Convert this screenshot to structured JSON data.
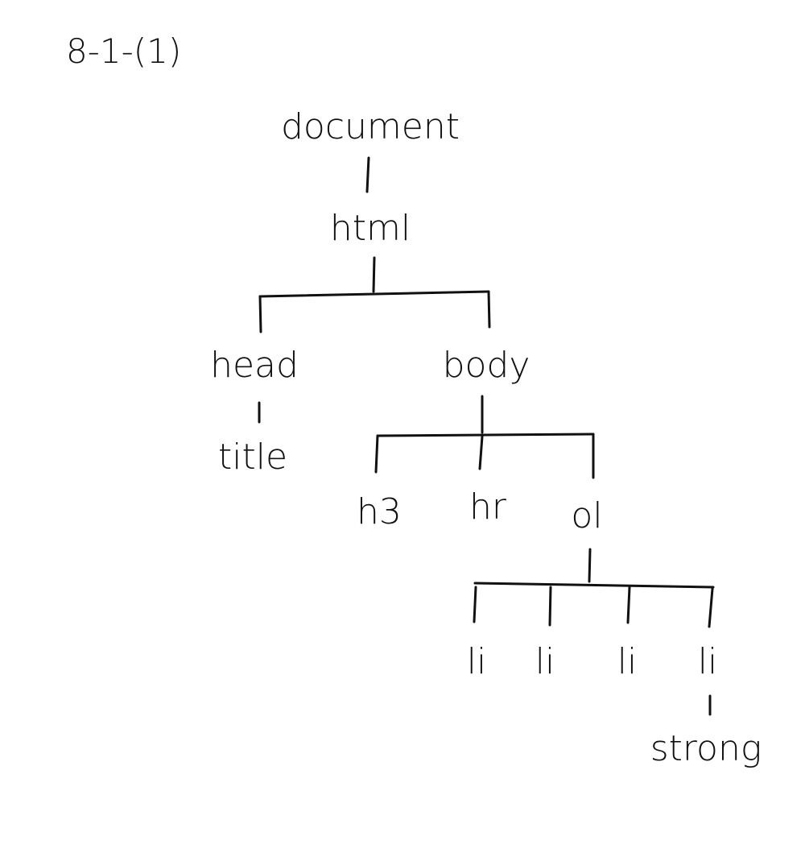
{
  "caption": "8-1-(1)",
  "nodes": {
    "document": "document",
    "html": "html",
    "head": "head",
    "body": "body",
    "title": "title",
    "h3": "h3",
    "hr": "hr",
    "ol": "ol",
    "li_1": "li",
    "li_2": "li",
    "li_3": "li",
    "li_4": "li",
    "strong": "strong"
  },
  "tree": {
    "document": [
      "html"
    ],
    "html": [
      "head",
      "body"
    ],
    "head": [
      "title"
    ],
    "body": [
      "h3",
      "hr",
      "ol"
    ],
    "ol": [
      "li_1",
      "li_2",
      "li_3",
      "li_4"
    ],
    "li_4": [
      "strong"
    ]
  }
}
